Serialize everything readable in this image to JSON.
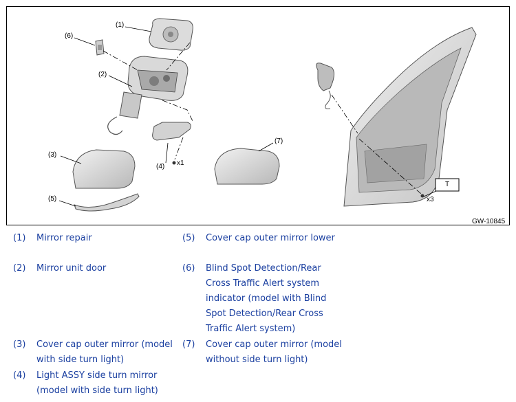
{
  "figure": {
    "callouts": {
      "c1": "(1)",
      "c2": "(2)",
      "c3": "(3)",
      "c4": "(4)",
      "c5": "(5)",
      "c6": "(6)",
      "c7": "(7)",
      "qty_x1": "x1",
      "qty_x3": "x3",
      "torque": "T"
    },
    "code": "GW-10845"
  },
  "legend": [
    {
      "num": "(1)",
      "text": "Mirror repair"
    },
    {
      "num": "(5)",
      "text": "Cover cap outer mirror lower"
    },
    {
      "num": "(2)",
      "text": "Mirror unit door"
    },
    {
      "num": "(6)",
      "text": "Blind Spot Detection/Rear Cross Traffic Alert system indicator (model with Blind Spot Detection/Rear Cross Traffic Alert system)"
    },
    {
      "num": "(3)",
      "text": "Cover cap outer mirror (model with side turn light)"
    },
    {
      "num": "(7)",
      "text": "Cover cap outer mirror (model without side turn light)"
    },
    {
      "num": "(4)",
      "text": "Light ASSY side turn mirror (model with side turn light)"
    }
  ]
}
